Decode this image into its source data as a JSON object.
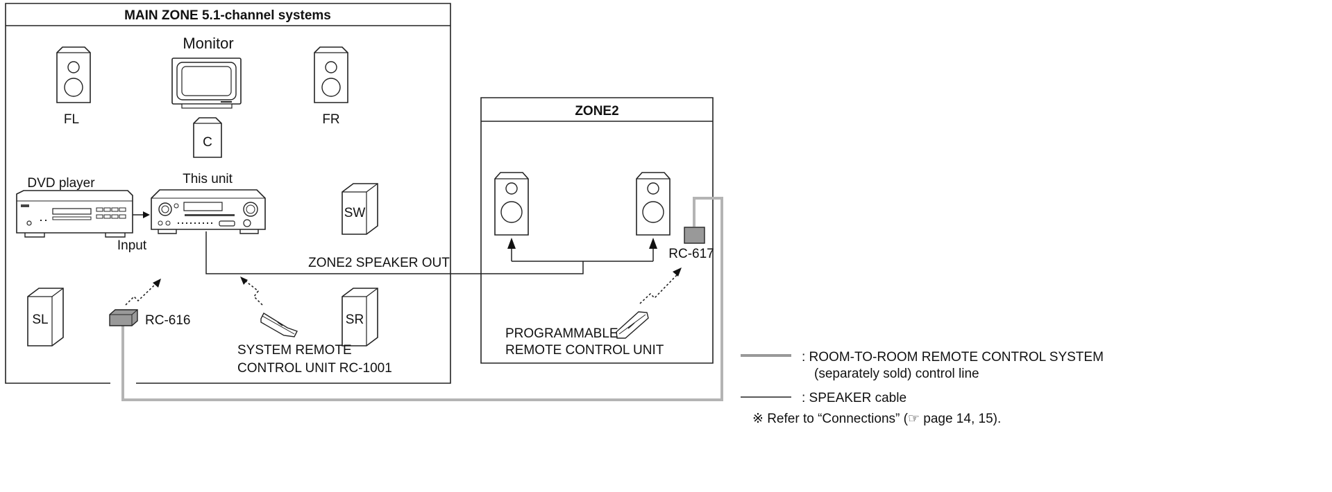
{
  "main_zone": {
    "title": "MAIN ZONE 5.1-channel systems"
  },
  "zone2": {
    "title": "ZONE2"
  },
  "labels": {
    "monitor": "Monitor",
    "fl": "FL",
    "fr": "FR",
    "c": "C",
    "sw": "SW",
    "sl": "SL",
    "sr": "SR",
    "dvd_player": "DVD player",
    "this_unit": "This unit",
    "input": "Input",
    "zone2_speaker_out": "ZONE2 SPEAKER OUT",
    "rc616": "RC-616",
    "rc617": "RC-617",
    "system_remote_1": "SYSTEM REMOTE",
    "system_remote_2": "CONTROL UNIT RC-1001",
    "programmable_1": "PROGRAMMABLE",
    "programmable_2": "REMOTE CONTROL UNIT"
  },
  "legend": {
    "control_line_1": ": ROOM-TO-ROOM REMOTE CONTROL SYSTEM",
    "control_line_2": "(separately sold) control line",
    "speaker_cable": ": SPEAKER cable",
    "note": "※  Refer to “Connections” (☞ page 14, 15)."
  },
  "colors": {
    "control_line": "#b4b4b4",
    "speaker_cable": "#222222",
    "rc_unit_fill": "#999999"
  }
}
